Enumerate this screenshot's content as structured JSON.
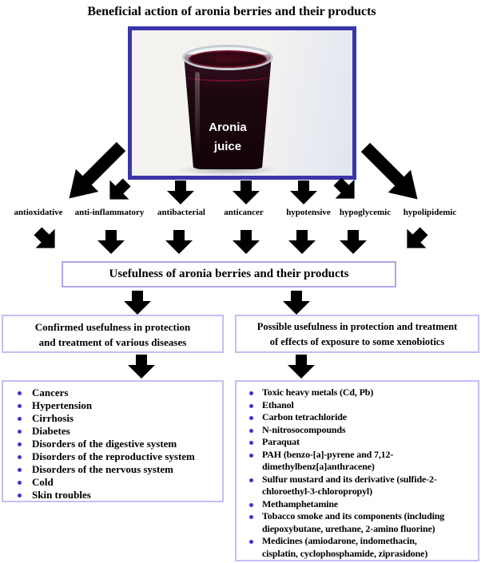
{
  "title": "Beneficial action of aronia berries and their products",
  "photo": {
    "label": "Aronia\njuice"
  },
  "actions": [
    "antioxidative",
    "anti-inflammatory",
    "antibacterial",
    "anticancer",
    "hypotensive",
    "hypoglycemic",
    "hypolipidemic"
  ],
  "boxes": {
    "usefulness": "Usefulness of aronia berries and their products",
    "confirmed": "Confirmed usefulness in protection\nand treatment of various diseases",
    "possible": "Possible usefulness in protection and treatment\nof effects of exposure to some xenobiotics"
  },
  "diseases": [
    "Cancers",
    "Hypertension",
    "Cirrhosis",
    "Diabetes",
    "Disorders of the digestive system",
    "Disorders of the reproductive system",
    "Disorders of the nervous system",
    "Cold",
    "Skin troubles"
  ],
  "xenobiotics": [
    "Toxic heavy metals (Cd, Pb)",
    "Ethanol",
    "Carbon tetrachloride",
    "N-nitrosocompounds",
    "Paraquat",
    "PAH (benzo-[a]-pyrene and 7,12-\ndimethylbenz[a]anthracene)",
    "Sulfur mustard and its derivative (sulfide-2-\nchloroethyl-3-chloropropyl)",
    "Methamphetamine",
    "Tobacco smoke and its components (including\ndiepoxybutane, urethane, 2-amino fluorine)",
    "Medicines (amiodarone, indomethacin,\ncisplatin, cyclophosphamide, ziprasidone)"
  ],
  "colors": {
    "arrow_fill": "#f8dcec",
    "arrow_outline": "#3d3bad",
    "photo_frame_border": "#3a35a8",
    "usefulness_border": "#b3a3e8",
    "box_border": "#c9bcf2",
    "bullet": "#4331cd"
  }
}
